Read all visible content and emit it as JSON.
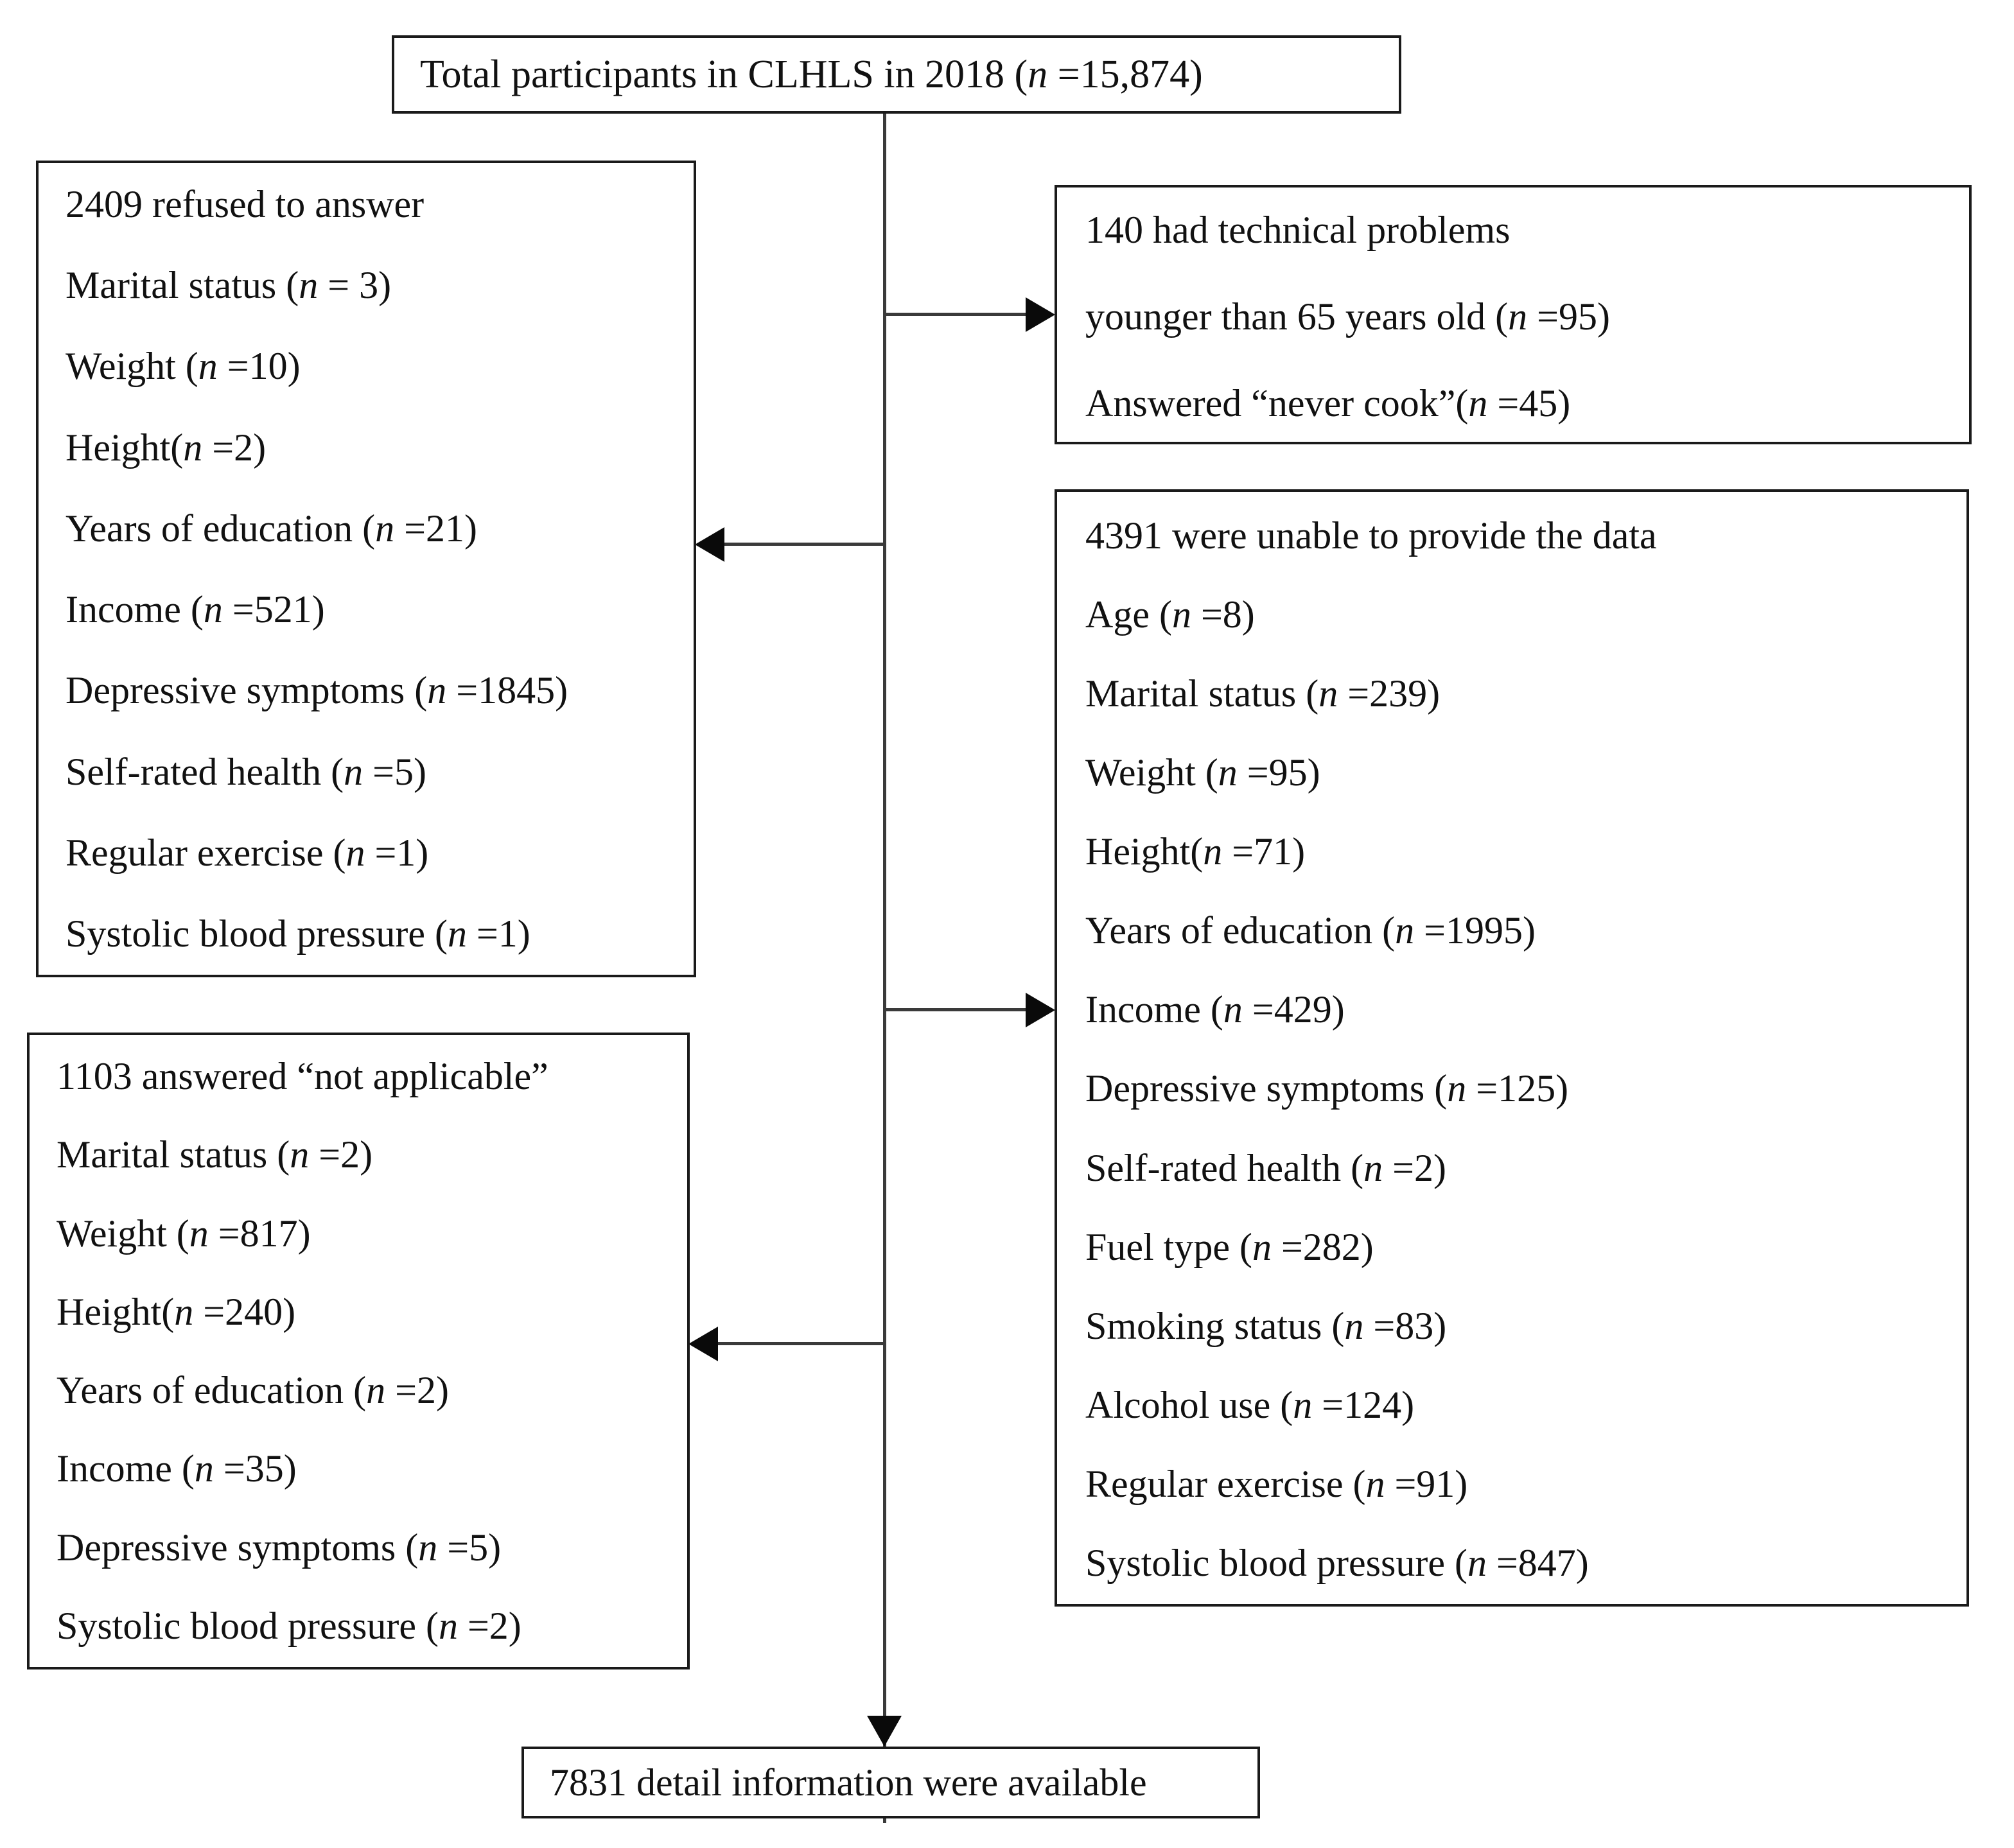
{
  "diagram": {
    "title": "Participant flow diagram CLHLS 2018",
    "colors": {
      "box_border": "#1a1a1a",
      "connector": "#3a3a3a",
      "arrow": "#0a0a0a",
      "background": "#ffffff",
      "text": "#111111"
    }
  },
  "top_box": {
    "text": "Total participants in CLHLS in 2018 (",
    "n_symbol": "n",
    "text_tail": " =15,874)"
  },
  "refused_box": {
    "lines": [
      {
        "label": "2409 refused to answer",
        "n": "",
        "tail": ""
      },
      {
        "label": "Marital status (",
        "n": "n",
        "tail": " = 3)"
      },
      {
        "label": "Weight (",
        "n": "n",
        "tail": " =10)"
      },
      {
        "label": "Height(",
        "n": "n",
        "tail": " =2)"
      },
      {
        "label": "Years of education (",
        "n": "n",
        "tail": " =21)"
      },
      {
        "label": "Income  (",
        "n": "n",
        "tail": " =521)"
      },
      {
        "label": "Depressive symptoms  (",
        "n": "n",
        "tail": " =1845)"
      },
      {
        "label": "Self-rated health (",
        "n": "n",
        "tail": " =5)"
      },
      {
        "label": "Regular exercise (",
        "n": "n",
        "tail": " =1)"
      },
      {
        "label": "Systolic blood pressure (",
        "n": "n",
        "tail": " =1)"
      }
    ]
  },
  "not_applicable_box": {
    "lines": [
      {
        "label": "1103 answered “not applicable”",
        "n": "",
        "tail": ""
      },
      {
        "label": "Marital status (",
        "n": "n",
        "tail": " =2)"
      },
      {
        "label": "Weight (",
        "n": "n",
        "tail": " =817)"
      },
      {
        "label": "Height(",
        "n": "n",
        "tail": " =240)"
      },
      {
        "label": "Years of education (",
        "n": "n",
        "tail": " =2)"
      },
      {
        "label": "Income  (",
        "n": "n",
        "tail": " =35)"
      },
      {
        "label": "Depressive symptoms  (",
        "n": "n",
        "tail": " =5)"
      },
      {
        "label": "Systolic blood pressure (",
        "n": "n",
        "tail": " =2)"
      }
    ]
  },
  "technical_box": {
    "lines": [
      {
        "label": "140 had technical problems",
        "n": "",
        "tail": ""
      },
      {
        "label": "younger than 65 years old (",
        "n": "n",
        "tail": " =95)"
      },
      {
        "label": "Answered “never cook”(",
        "n": "n",
        "tail": " =45)"
      }
    ]
  },
  "unable_box": {
    "lines": [
      {
        "label": "4391 were unable to provide the data",
        "n": "",
        "tail": ""
      },
      {
        "label": "Age (",
        "n": "n",
        "tail": " =8)"
      },
      {
        "label": "Marital status (",
        "n": "n",
        "tail": " =239)"
      },
      {
        "label": "Weight (",
        "n": "n",
        "tail": " =95)"
      },
      {
        "label": "Height(",
        "n": "n",
        "tail": " =71)"
      },
      {
        "label": "Years of education (",
        "n": "n",
        "tail": " =1995)"
      },
      {
        "label": "Income  (",
        "n": "n",
        "tail": " =429)"
      },
      {
        "label": "Depressive symptoms  (",
        "n": "n",
        "tail": " =125)"
      },
      {
        "label": "Self-rated health (",
        "n": "n",
        "tail": " =2)"
      },
      {
        "label": "Fuel type (",
        "n": "n",
        "tail": " =282)"
      },
      {
        "label": "Smoking status (",
        "n": "n",
        "tail": " =83)"
      },
      {
        "label": "Alcohol use (",
        "n": "n",
        "tail": " =124)"
      },
      {
        "label": "Regular exercise (",
        "n": "n",
        "tail": " =91)"
      },
      {
        "label": "Systolic blood pressure (",
        "n": "n",
        "tail": " =847)"
      }
    ]
  },
  "bottom_box": {
    "text": "7831 detail information were available"
  }
}
